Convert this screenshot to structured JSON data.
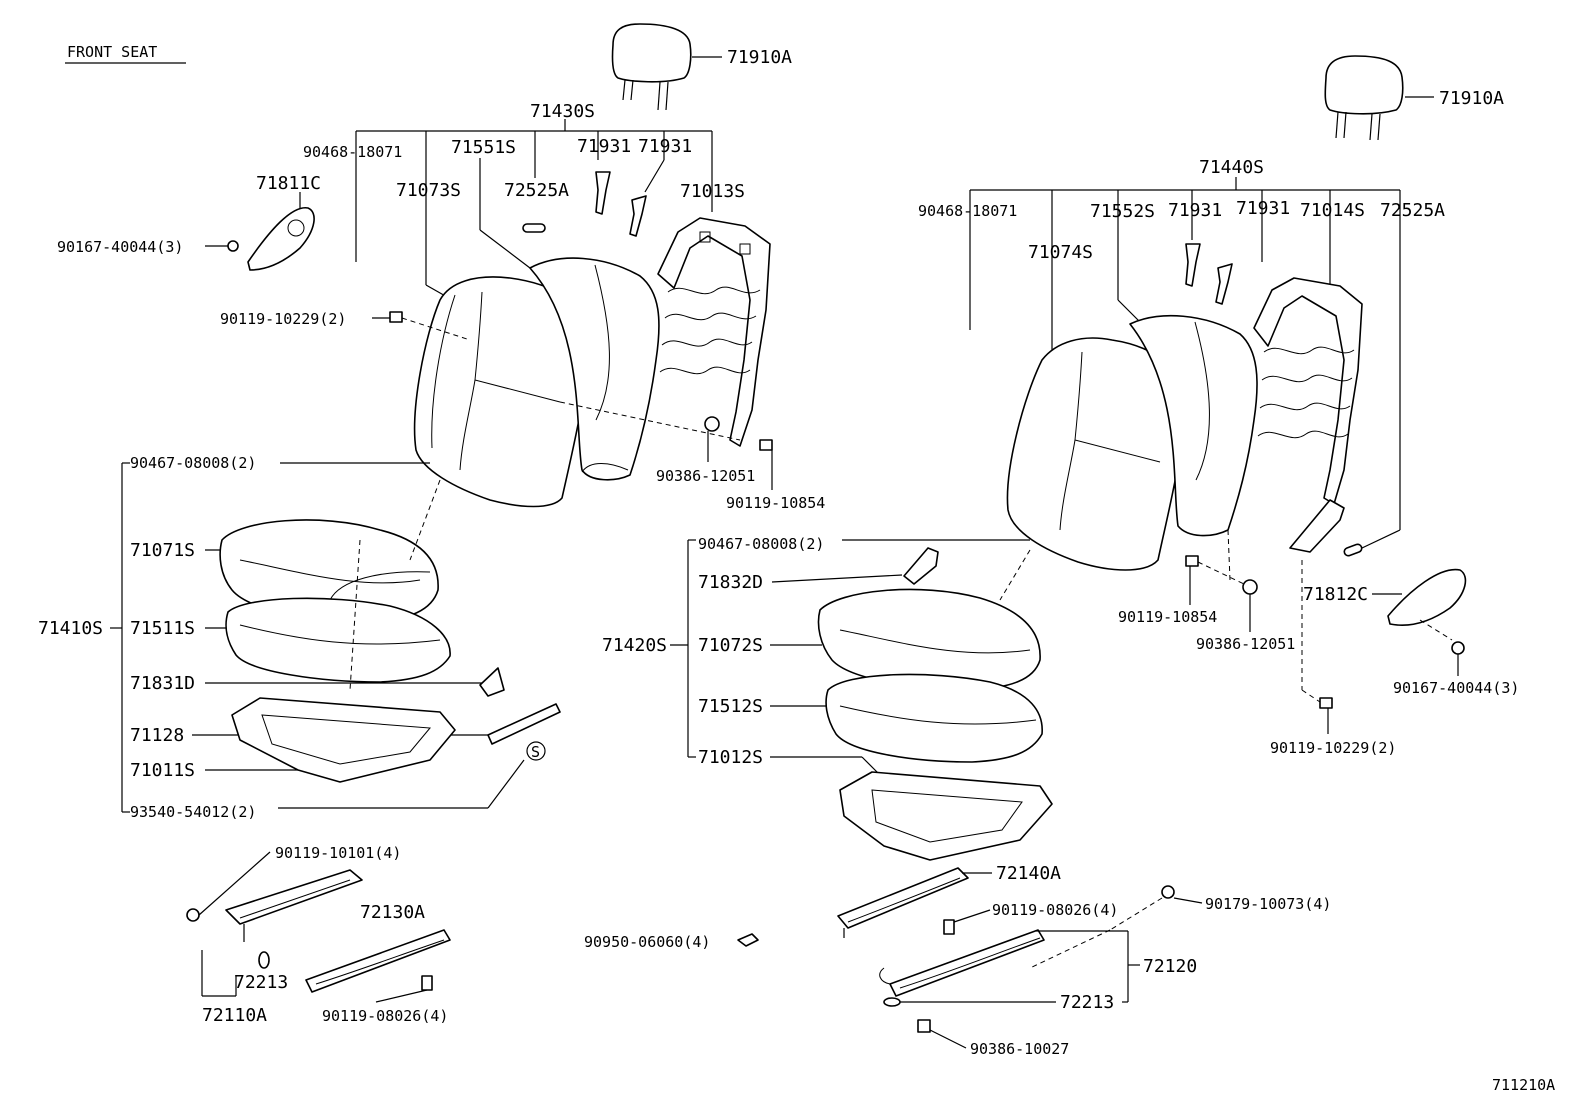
{
  "title": "FRONT SEAT",
  "figure_code": "711210A",
  "labels": {
    "l_71910A": "71910A",
    "l_71430S": "71430S",
    "l_90468_L": "90468-18071",
    "l_71551S": "71551S",
    "l_71931a": "71931",
    "l_71931b": "71931",
    "l_71811C": "71811C",
    "l_71073S": "71073S",
    "l_72525A_L": "72525A",
    "l_71013S": "71013S",
    "l_90167_L": "90167-40044(3)",
    "l_90119_10229_L": "90119-10229(2)",
    "l_90386_12051_L": "90386-12051",
    "l_90119_10854_L": "90119-10854",
    "l_90467_L": "90467-08008(2)",
    "l_71071S": "71071S",
    "l_71410S": "71410S",
    "l_71511S": "71511S",
    "l_71831D": "71831D",
    "l_71128": "71128",
    "l_71011S": "71011S",
    "l_93540": "93540-54012(2)",
    "l_90119_10101": "90119-10101(4)",
    "l_72130A": "72130A",
    "l_72213_L": "72213",
    "l_72110A": "72110A",
    "l_90119_08026_L": "90119-08026(4)",
    "l_90950": "90950-06060(4)",
    "l_71910A_R": "71910A",
    "l_71440S": "71440S",
    "l_90468_R": "90468-18071",
    "l_71552S": "71552S",
    "l_71931c": "71931",
    "l_71931d": "71931",
    "l_71014S": "71014S",
    "l_72525A_R": "72525A",
    "l_71074S": "71074S",
    "l_90467_R": "90467-08008(2)",
    "l_71832D": "71832D",
    "l_71420S": "71420S",
    "l_71072S": "71072S",
    "l_71512S": "71512S",
    "l_71012S": "71012S",
    "l_90119_10854_R": "90119-10854",
    "l_90386_12051_R": "90386-12051",
    "l_71812C": "71812C",
    "l_90167_R": "90167-40044(3)",
    "l_90119_10229_R": "90119-10229(2)",
    "l_72140A": "72140A",
    "l_90119_08026_R": "90119-08026(4)",
    "l_90179": "90179-10073(4)",
    "l_72120": "72120",
    "l_72213_R": "72213",
    "l_90386_10027": "90386-10027",
    "s_mark": "S"
  }
}
